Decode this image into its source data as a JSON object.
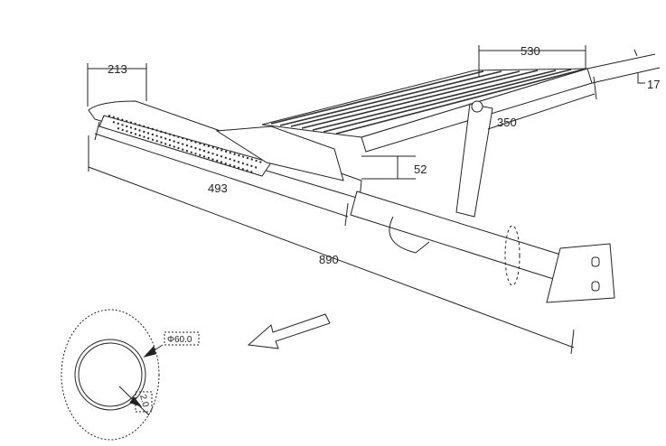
{
  "drawing": {
    "dimensions": {
      "head_width": "213",
      "panel_width": "530",
      "panel_thickness": "17",
      "panel_length": "350",
      "head_height": "52",
      "head_length": "493",
      "overall_length": "890",
      "pole_diameter": "Φ60.0",
      "pole_wall": "2.0"
    },
    "line_color": "#222222"
  }
}
